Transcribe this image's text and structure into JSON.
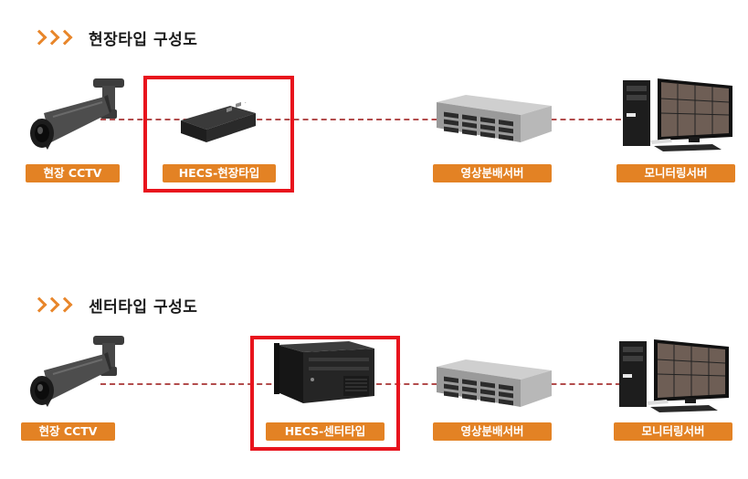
{
  "sections": [
    {
      "title": "현장타입 구성도",
      "labels": {
        "camera": "현장 CCTV",
        "hecs": "HECS-현장타입",
        "distribution": "영상분배서버",
        "monitoring": "모니터링서버"
      }
    },
    {
      "title": "센터타입 구성도",
      "labels": {
        "camera": "현장 CCTV",
        "hecs": "HECS-센터타입",
        "distribution": "영상분배서버",
        "monitoring": "모니터링서버"
      }
    }
  ],
  "colors": {
    "accent": "#e38224",
    "highlight": "#e8141d",
    "connector": "#b24c4c"
  }
}
